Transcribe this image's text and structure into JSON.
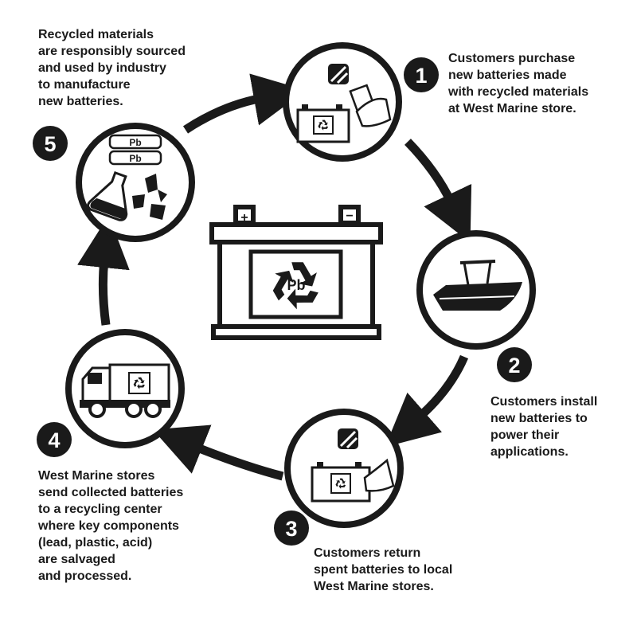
{
  "center": {
    "battery_label": "Pb"
  },
  "steps": [
    {
      "number": "1",
      "lines": [
        "Customers purchase",
        "new batteries made",
        "with recycled materials",
        "at West Marine store."
      ],
      "icon": "battery-purchase-icon"
    },
    {
      "number": "2",
      "lines": [
        "Customers install",
        "new batteries to",
        "power their",
        "applications."
      ],
      "icon": "boat-icon"
    },
    {
      "number": "3",
      "lines": [
        "Customers return",
        "spent batteries to local",
        "West Marine stores."
      ],
      "icon": "battery-return-icon"
    },
    {
      "number": "4",
      "lines": [
        "West Marine stores",
        "send collected batteries",
        "to a recycling center",
        "where key components",
        "(lead, plastic, acid)",
        "are salvaged",
        "and processed."
      ],
      "icon": "recycling-truck-icon"
    },
    {
      "number": "5",
      "lines": [
        "Recycled materials",
        "are responsibly sourced",
        "and used by industry",
        "to manufacture",
        "new batteries."
      ],
      "icon": "materials-icon",
      "ingot_labels": [
        "Pb",
        "Pb"
      ]
    }
  ],
  "colors": {
    "ink": "#1a1a1a",
    "background": "#ffffff"
  }
}
